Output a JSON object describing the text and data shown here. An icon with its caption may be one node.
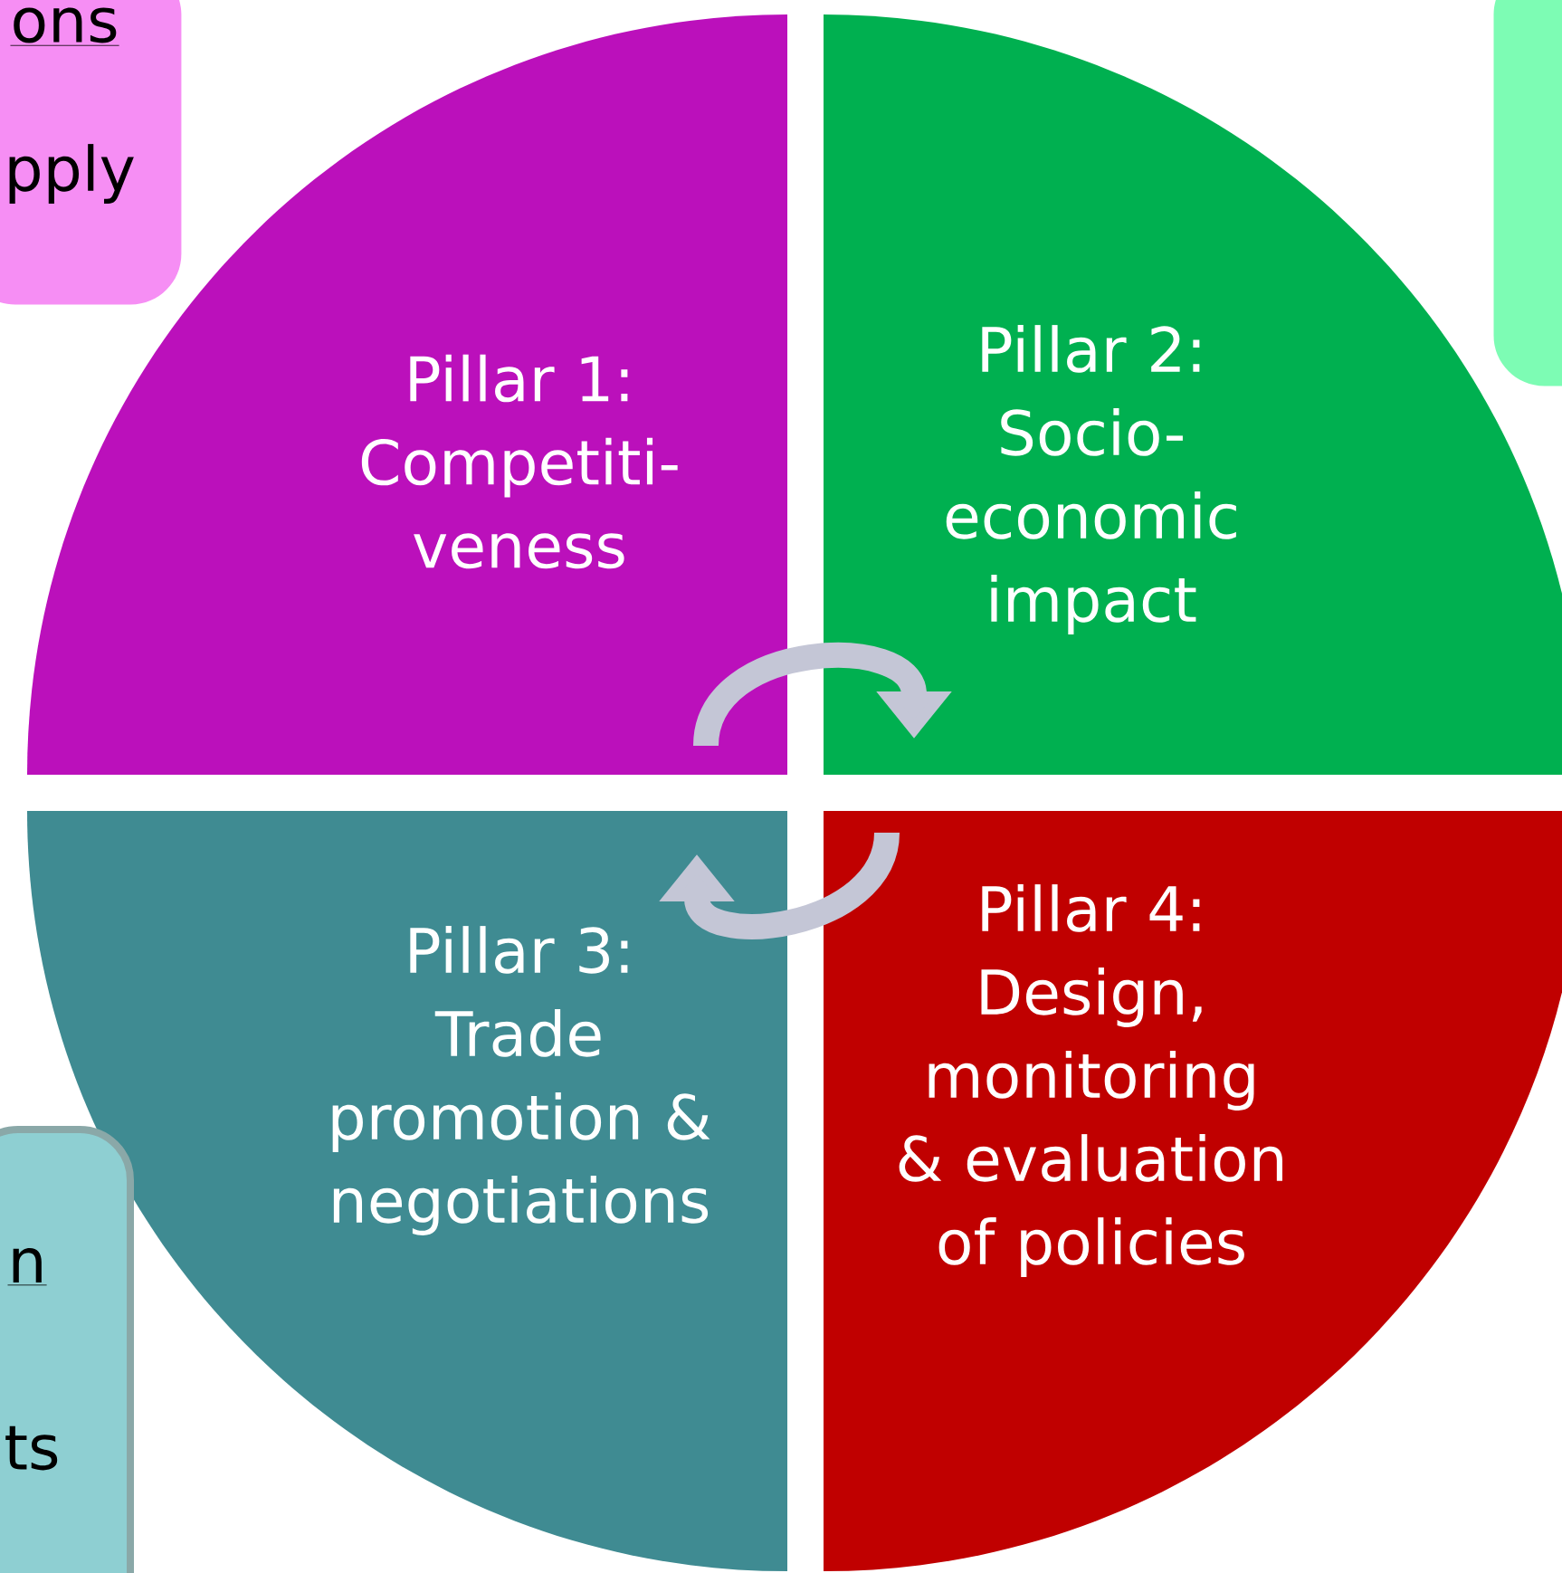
{
  "diagram": {
    "nodes": [
      {
        "text": [
          "ons",
          "pply"
        ]
      },
      {
        "text": [],
        "shape": "box"
      },
      {
        "text": [
          "Pillar 1:",
          "Competiti- veness"
        ]
      },
      {
        "text": [
          "Pillar 2:",
          "Socio- economic impact"
        ]
      },
      {
        "text": [
          "Pillar 3:",
          "Trade promotion & negotiations"
        ]
      },
      {
        "text": [
          "Pillar 4:",
          "Design, monitoring & evaluation of policies"
        ]
      },
      {
        "text": [
          "n",
          "ts"
        ]
      }
    ],
    "edges": [
      {
        "from": 2,
        "to": 3,
        "arrow": "to"
      },
      {
        "from": 5,
        "to": 4,
        "arrow": "to"
      }
    ]
  }
}
